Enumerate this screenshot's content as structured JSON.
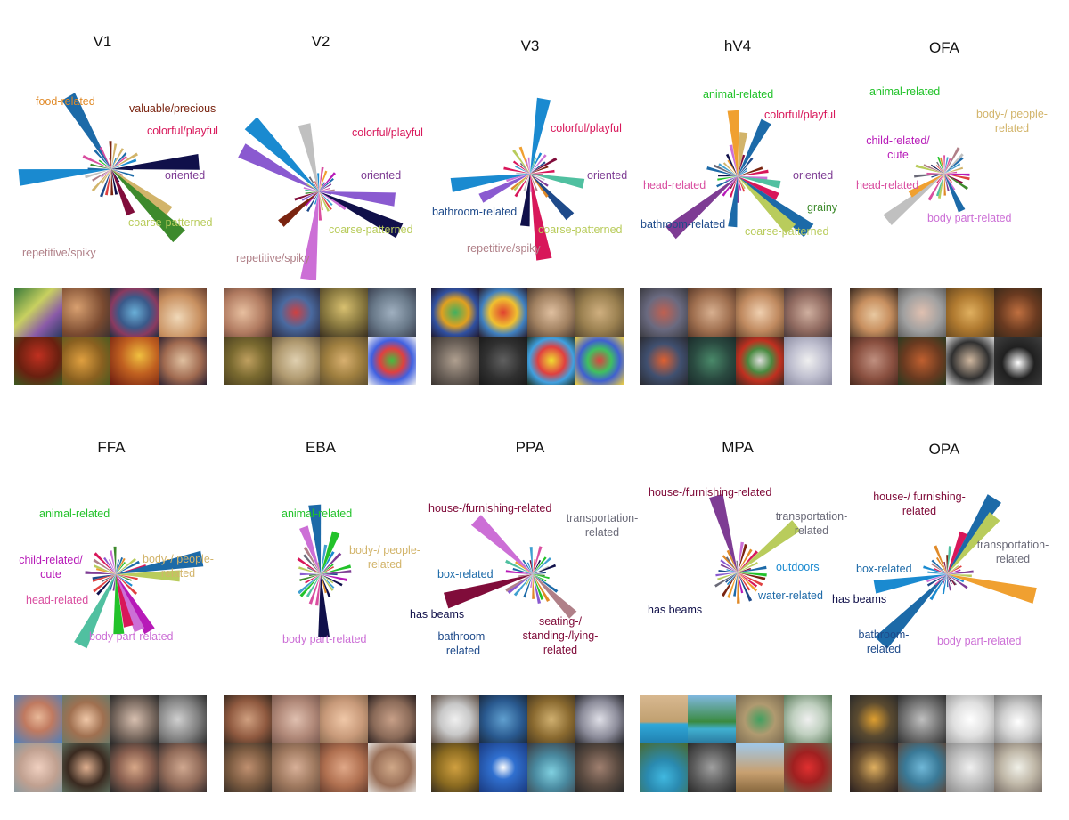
{
  "panels": [
    {
      "title": "V1",
      "labels": [
        {
          "text": "food-related",
          "color": "#e08a28"
        },
        {
          "text": "valuable/precious",
          "color": "#7a2410"
        },
        {
          "text": "colorful/playful",
          "color": "#d8175a"
        },
        {
          "text": "oriented",
          "color": "#7e3c94"
        },
        {
          "text": "coarse-patterned",
          "color": "#b9cc5c"
        },
        {
          "text": "repetitive/spiky",
          "color": "#b08088"
        }
      ]
    },
    {
      "title": "V2",
      "labels": [
        {
          "text": "colorful/playful",
          "color": "#d8175a"
        },
        {
          "text": "oriented",
          "color": "#7e3c94"
        },
        {
          "text": "coarse-patterned",
          "color": "#b9cc5c"
        },
        {
          "text": "repetitive/spiky",
          "color": "#b08088"
        }
      ]
    },
    {
      "title": "V3",
      "labels": [
        {
          "text": "colorful/playful",
          "color": "#d8175a"
        },
        {
          "text": "oriented",
          "color": "#7e3c94"
        },
        {
          "text": "bathroom-related",
          "color": "#1e4a8a"
        },
        {
          "text": "coarse-patterned",
          "color": "#b9cc5c"
        },
        {
          "text": "repetitive/spiky",
          "color": "#b08088"
        }
      ]
    },
    {
      "title": "hV4",
      "labels": [
        {
          "text": "animal-related",
          "color": "#22c22a"
        },
        {
          "text": "colorful/playful",
          "color": "#d8175a"
        },
        {
          "text": "head-related",
          "color": "#d94ea0"
        },
        {
          "text": "oriented",
          "color": "#7e3c94"
        },
        {
          "text": "grainy",
          "color": "#3d8a2c"
        },
        {
          "text": "bathroom-related",
          "color": "#1e4a8a"
        },
        {
          "text": "coarse-patterned",
          "color": "#b9cc5c"
        }
      ]
    },
    {
      "title": "OFA",
      "labels": [
        {
          "text": "animal-related",
          "color": "#22c22a"
        },
        {
          "text": "body-/ people-related",
          "color": "#d2b46a"
        },
        {
          "text": "child-related/ cute",
          "color": "#b71ab8"
        },
        {
          "text": "head-related",
          "color": "#d94ea0"
        },
        {
          "text": "body part-related",
          "color": "#cc6fd6"
        }
      ]
    },
    {
      "title": "FFA",
      "labels": [
        {
          "text": "animal-related",
          "color": "#22c22a"
        },
        {
          "text": "child-related/ cute",
          "color": "#b71ab8"
        },
        {
          "text": "body-/ people-related",
          "color": "#d2b46a"
        },
        {
          "text": "head-related",
          "color": "#d94ea0"
        },
        {
          "text": "body part-related",
          "color": "#cc6fd6"
        }
      ]
    },
    {
      "title": "EBA",
      "labels": [
        {
          "text": "animal-related",
          "color": "#22c22a"
        },
        {
          "text": "body-/ people-related",
          "color": "#d2b46a"
        },
        {
          "text": "body part-related",
          "color": "#cc6fd6"
        }
      ]
    },
    {
      "title": "PPA",
      "labels": [
        {
          "text": "house-/furnishing-related",
          "color": "#800c3a"
        },
        {
          "text": "transportation- related",
          "color": "#6a6a78"
        },
        {
          "text": "box-related",
          "color": "#1c6aa8"
        },
        {
          "text": "has beams",
          "color": "#10104a"
        },
        {
          "text": "seating-/ standing-/lying- related",
          "color": "#800c3a"
        },
        {
          "text": "bathroom- related",
          "color": "#1e4a8a"
        }
      ]
    },
    {
      "title": "MPA",
      "labels": [
        {
          "text": "house-/furnishing-related",
          "color": "#800c3a"
        },
        {
          "text": "transportation- related",
          "color": "#6a6a78"
        },
        {
          "text": "outdoors",
          "color": "#1a8ad0"
        },
        {
          "text": "water-related",
          "color": "#1e6aa8"
        },
        {
          "text": "has beams",
          "color": "#10104a"
        }
      ]
    },
    {
      "title": "OPA",
      "labels": [
        {
          "text": "house-/ furnishing-related",
          "color": "#800c3a"
        },
        {
          "text": "transportation- related",
          "color": "#6a6a78"
        },
        {
          "text": "box-related",
          "color": "#1c6aa8"
        },
        {
          "text": "has beams",
          "color": "#10104a"
        },
        {
          "text": "bathroom- related",
          "color": "#1e4a8a"
        },
        {
          "text": "body part-related",
          "color": "#cc6fd6"
        }
      ]
    }
  ]
}
